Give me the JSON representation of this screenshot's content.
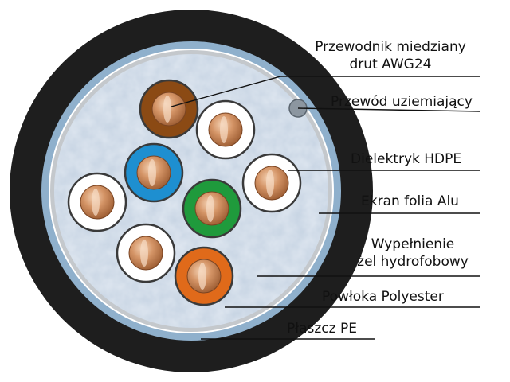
{
  "labels": {
    "conductor_line1": "Przewodnik miedziany",
    "conductor_line2": "drut AWG24",
    "ground_wire": "Przewód uziemiający",
    "dielectric": "Dielektryk HDPE",
    "shield": "Ekran folia Alu",
    "filler_line1": "Wypełnienie",
    "filler_line2": "żel hydrofobowy",
    "coating": "Powłoka Polyester",
    "jacket": "Płaszcz PE"
  },
  "colors": {
    "jacket": "#1e1e1e",
    "coating": "#8fb0cc",
    "shield": "#c4c8cc",
    "filler": "#c7d4e3",
    "copper": "#c8865a",
    "ground": "#8c96a0",
    "wires": {
      "brown": "#8b4a14",
      "white": "#ffffff",
      "blue": "#1e8fd0",
      "green": "#1f9a3c",
      "orange": "#e06a1a"
    }
  },
  "wires": [
    {
      "name": "brown-wire",
      "color": "brown"
    },
    {
      "name": "white-wire-1",
      "color": "white"
    },
    {
      "name": "blue-wire",
      "color": "blue"
    },
    {
      "name": "white-wire-2",
      "color": "white"
    },
    {
      "name": "white-wire-3",
      "color": "white"
    },
    {
      "name": "green-wire",
      "color": "green"
    },
    {
      "name": "white-wire-4",
      "color": "white"
    },
    {
      "name": "orange-wire",
      "color": "orange"
    }
  ]
}
